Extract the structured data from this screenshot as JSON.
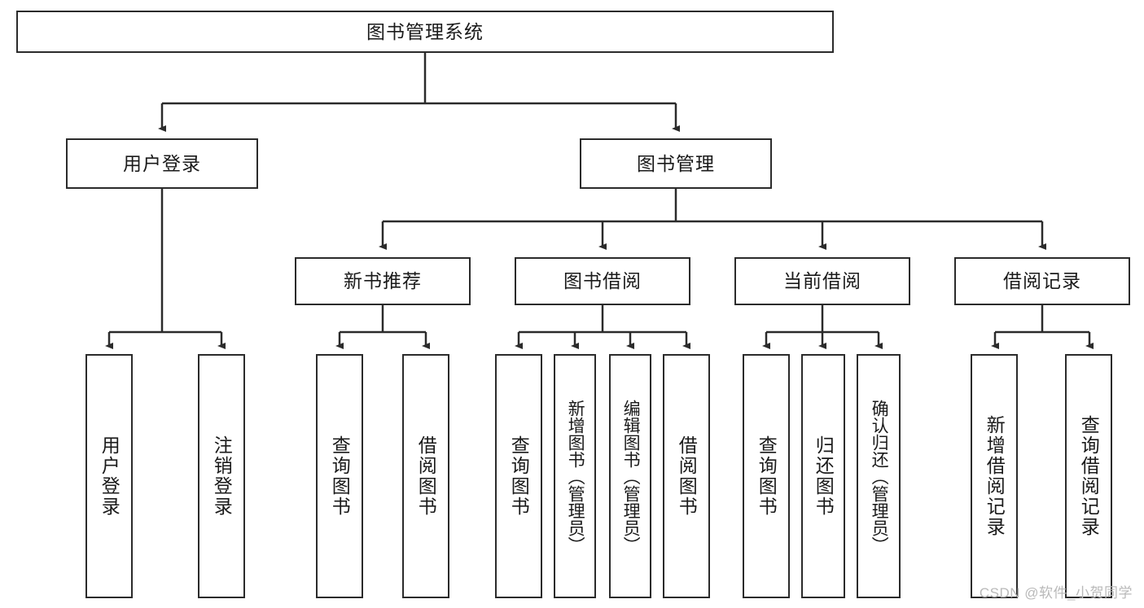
{
  "diagram": {
    "type": "tree-hierarchy",
    "title": "图书管理系统",
    "root": {
      "label": "图书管理系统"
    },
    "level2": [
      {
        "label": "用户登录"
      },
      {
        "label": "图书管理"
      }
    ],
    "level3": [
      {
        "label": "新书推荐"
      },
      {
        "label": "图书借阅"
      },
      {
        "label": "当前借阅"
      },
      {
        "label": "借阅记录"
      }
    ],
    "leaves": [
      {
        "label": "用户登录",
        "parent": "用户登录"
      },
      {
        "label": "注销登录",
        "parent": "用户登录"
      },
      {
        "label": "查询图书",
        "parent": "新书推荐"
      },
      {
        "label": "借阅图书",
        "parent": "新书推荐"
      },
      {
        "label": "查询图书",
        "parent": "图书借阅"
      },
      {
        "label": "新增图书（管理员）",
        "parent": "图书借阅"
      },
      {
        "label": "编辑图书（管理员）",
        "parent": "图书借阅"
      },
      {
        "label": "借阅图书",
        "parent": "图书借阅"
      },
      {
        "label": "查询图书",
        "parent": "当前借阅"
      },
      {
        "label": "归还图书",
        "parent": "当前借阅"
      },
      {
        "label": "确认归还（管理员）",
        "parent": "当前借阅"
      },
      {
        "label": "新增借阅记录",
        "parent": "借阅记录"
      },
      {
        "label": "查询借阅记录",
        "parent": "借阅记录"
      }
    ]
  },
  "watermark": {
    "text": "CSDN @软件_小贺同学"
  },
  "colors": {
    "stroke": "#2b2b2b",
    "fill": "#ffffff",
    "text": "#1a1a1a",
    "watermark": "#b9b9b9"
  }
}
